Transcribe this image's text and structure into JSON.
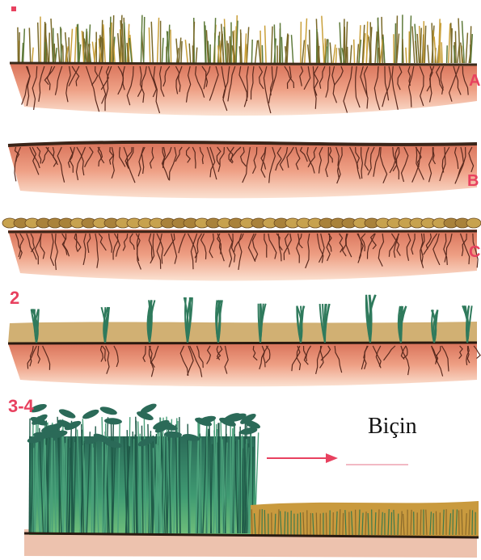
{
  "panels": [
    {
      "id": "A",
      "label": "A"
    },
    {
      "id": "B",
      "label": "B"
    },
    {
      "id": "C",
      "label": "C"
    },
    {
      "id": "stage-2",
      "label": "2"
    },
    {
      "id": "stage-3-4",
      "label": "3-4"
    }
  ],
  "harvest_caption": "Biçin",
  "colors": {
    "soil": "#e9a080",
    "soil_light": "#f6d0b8",
    "roots": "#5a2a1e",
    "straw": "#b88a3a",
    "green": "#2f7a5c",
    "accent": "#e8415f"
  }
}
